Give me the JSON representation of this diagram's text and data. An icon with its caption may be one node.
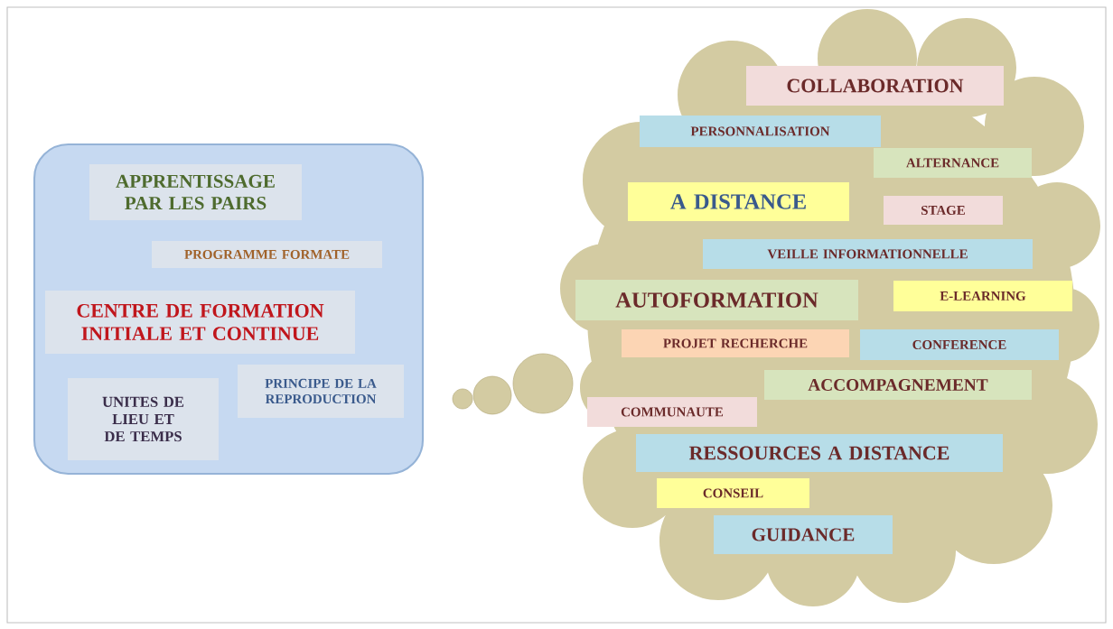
{
  "diagram": {
    "nodes": [
      {
        "text": [],
        "shape": "box"
      },
      {
        "text": [
          "APPRENTISSAGE PAR LES PAIRS"
        ],
        "in": 0
      },
      {
        "text": [
          "PROGRAMME FORMATE"
        ],
        "in": 0
      },
      {
        "text": [
          "CENTRE DE FORMATION INITIALE ET CONTINUE"
        ],
        "in": 0
      },
      {
        "text": [
          "UNITES DE LIEU ET DE TEMPS"
        ],
        "in": 0
      },
      {
        "text": [
          "PRINCIPE DE LA REPRODUCTION"
        ],
        "in": 0
      },
      {
        "text": [],
        "shape": "circle"
      },
      {
        "text": [],
        "shape": "circle"
      },
      {
        "text": [],
        "shape": "circle"
      },
      {
        "text": [],
        "shape": "cloud"
      },
      {
        "text": [
          "COLLABORATION"
        ],
        "in": 9
      },
      {
        "text": [
          "PERSONNALISATION"
        ],
        "in": 9
      },
      {
        "text": [
          "ALTERNANCE"
        ],
        "in": 9
      },
      {
        "text": [
          "A DISTANCE"
        ],
        "in": 9
      },
      {
        "text": [
          "STAGE"
        ],
        "in": 9
      },
      {
        "text": [
          "VEILLE INFORMATIONNELLE"
        ],
        "in": 9
      },
      {
        "text": [
          "AUTOFORMATION"
        ],
        "in": 9
      },
      {
        "text": [
          "E-LEARNING"
        ],
        "in": 9
      },
      {
        "text": [
          "PROJET RECHERCHE"
        ],
        "in": 9
      },
      {
        "text": [
          "CONFERENCE"
        ],
        "in": 9
      },
      {
        "text": [
          "ACCOMPAGNEMENT"
        ],
        "in": 9
      },
      {
        "text": [
          "COMMUNAUTE"
        ],
        "in": 9
      },
      {
        "text": [
          "RESSOURCES A DISTANCE"
        ],
        "in": 9
      },
      {
        "text": [
          "CONSEIL"
        ],
        "in": 9
      },
      {
        "text": [
          "GUIDANCE"
        ],
        "in": 9
      }
    ]
  }
}
